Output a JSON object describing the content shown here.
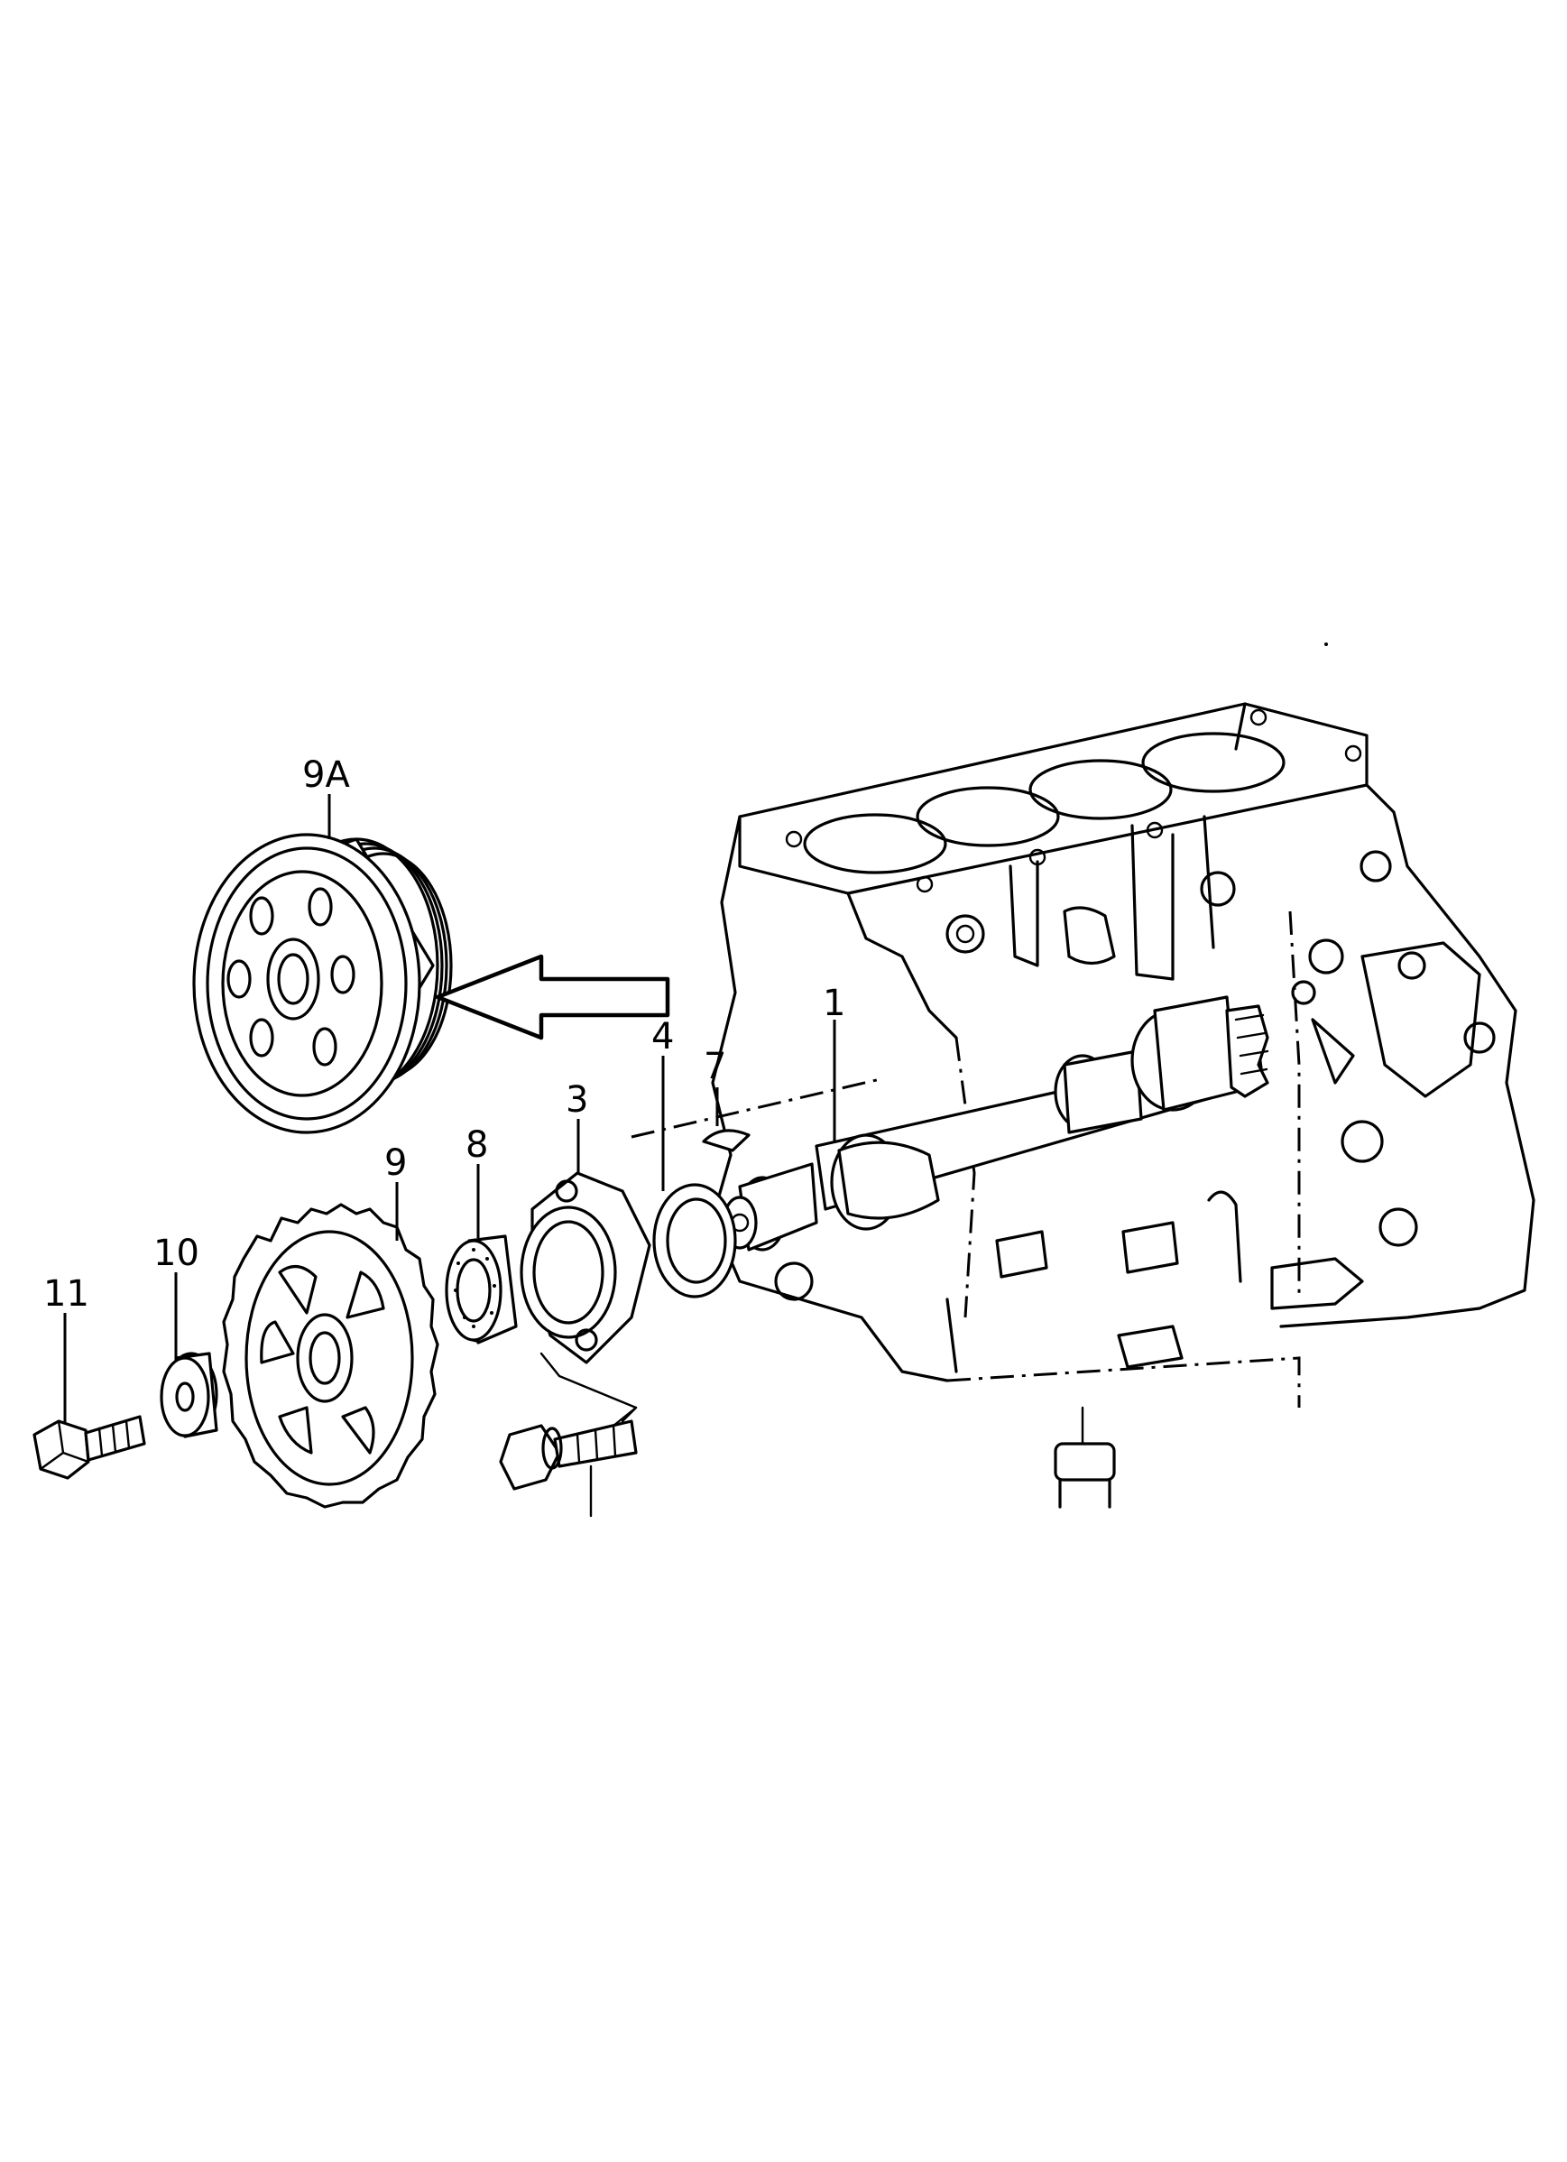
{
  "labels": {
    "p1": "1",
    "p3": "3",
    "p4": "4",
    "p7": "7",
    "p8": "8",
    "p9": "9",
    "p9a": "9A",
    "p10": "10",
    "p11": "11"
  }
}
